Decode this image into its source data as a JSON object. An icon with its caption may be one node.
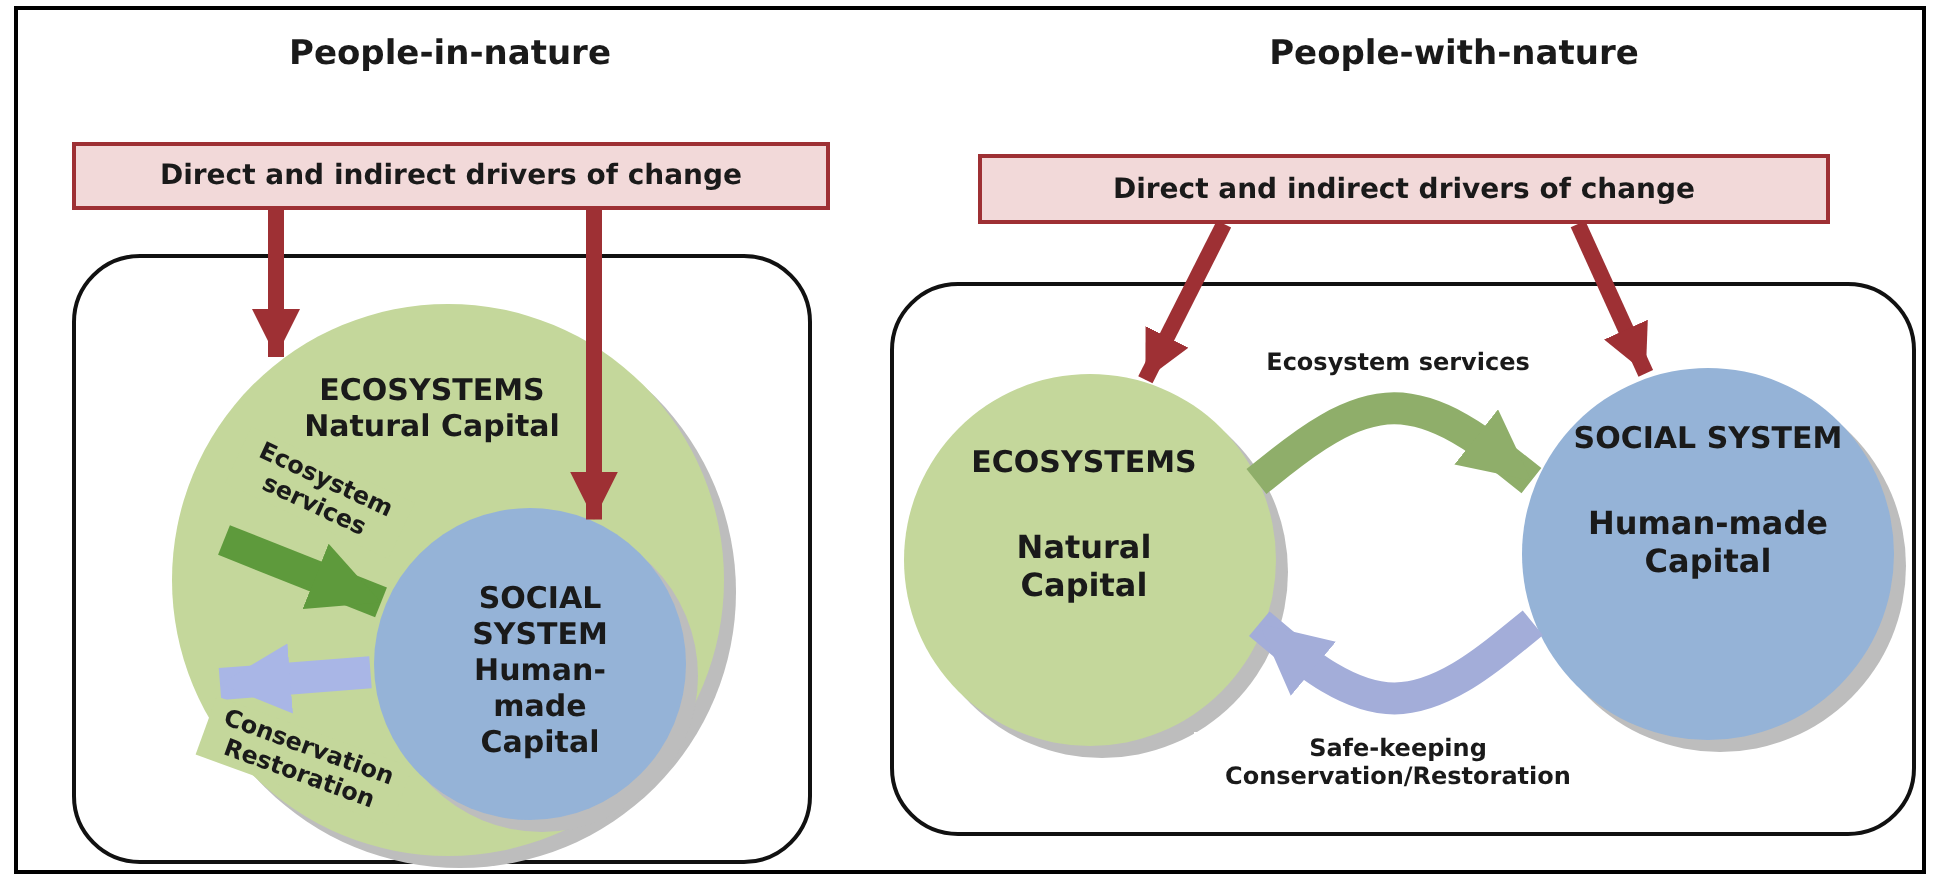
{
  "diagram": {
    "nodes": [
      {
        "text": [
          "Direct and indirect drivers of change"
        ]
      },
      {
        "text": [],
        "shape": "box"
      },
      {
        "text": [
          "ECOSYSTEMS Natural Capital"
        ],
        "in": 1
      },
      {
        "text": [
          "SOCIAL SYSTEM Human-made Capital"
        ],
        "in": 2
      },
      {
        "text": [
          "Direct and indirect drivers of change"
        ]
      },
      {
        "text": [],
        "shape": "box"
      },
      {
        "text": [
          "ECOSYSTEMS",
          "Natural Capital"
        ],
        "in": 5
      },
      {
        "text": [
          "SOCIAL SYSTEM",
          "Human-made Capital"
        ],
        "in": 5
      }
    ],
    "edges": [
      {
        "from": 0,
        "to": 2,
        "arrow": "to"
      },
      {
        "from": 0,
        "to": 3,
        "arrow": "to"
      },
      {
        "from": 2,
        "to": 3,
        "arrow": "to",
        "label": "Ecosystem services",
        "style": "thick",
        "color": "#5e9a3c"
      },
      {
        "from": 3,
        "to": 2,
        "arrow": "to",
        "label": "Conservation Restoration",
        "style": "thick",
        "color": "#a9b6e6"
      },
      {
        "from": 4,
        "to": 6,
        "arrow": "to"
      },
      {
        "from": 4,
        "to": 7,
        "arrow": "to"
      },
      {
        "from": 6,
        "to": 7,
        "arrow": "to",
        "label": "Ecosystem services",
        "style": "thick",
        "color": "#8fae6a"
      },
      {
        "from": 7,
        "to": 6,
        "arrow": "to",
        "label": "Safe-keeping Conservation/Restoration",
        "style": "thick",
        "color": "#a3add9"
      }
    ],
    "labels": [
      "People-in-nature",
      "People-with-nature"
    ]
  }
}
